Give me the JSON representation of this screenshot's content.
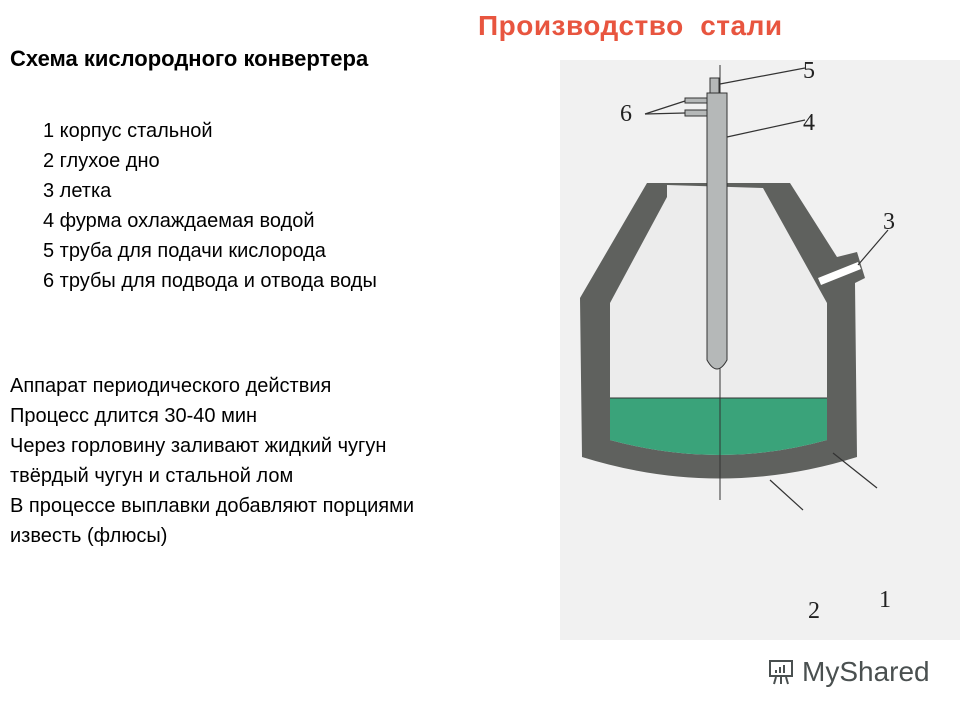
{
  "title": "Производство  стали",
  "heading": "Схема кислородного конвертера",
  "legend": [
    "1 корпус стальной",
    "2 глухое дно",
    "3 летка",
    "4 фурма охлаждаемая водой",
    "5 труба для подачи кислорода",
    "6 трубы для подвода и отвода воды"
  ],
  "description": [
    "Аппарат периодического действия",
    "Процесс длится 30-40 мин",
    "Через горловину заливают жидкий чугун",
    "твёрдый чугун и стальной лом",
    "В процессе выплавки добавляют порциями",
    "известь (флюсы)"
  ],
  "diagram_labels": {
    "l1": "1",
    "l2": "2",
    "l3": "3",
    "l4": "4",
    "l5": "5",
    "l6": "6"
  },
  "logo": "MyShared",
  "colors": {
    "title": "#e8553f",
    "shell": "#5f615e",
    "liquid": "#3aa37a",
    "lance": "#b5b8b8"
  }
}
